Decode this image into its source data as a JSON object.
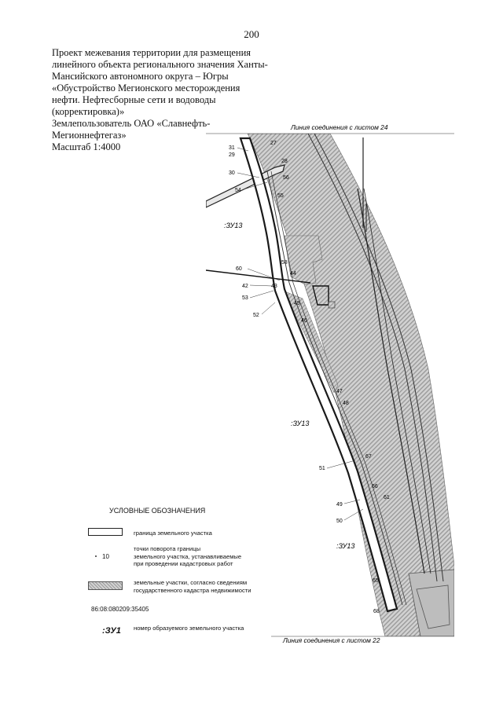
{
  "page_number": "200",
  "title_lines": [
    "Проект межевания территории для размещения",
    "линейного объекта регионального значения Ханты-",
    "Мансийского автономного округа – Югры",
    "«Обустройство Мегионского месторождения",
    "нефти. Нефтесборные сети и водоводы",
    "(корректировка)»",
    "Землепользователь ОАО «Славнефть-",
    "Мегионнефтегаз»",
    "Масштаб 1:4000"
  ],
  "map": {
    "link_top": "Линия соединения с листом 24",
    "link_bottom": "Линия соединения с листом 22",
    "parcel_labels": [
      ":ЗУ13",
      ":ЗУ13",
      ":ЗУ13"
    ],
    "point_labels": [
      "31",
      "29",
      "27",
      "28",
      "30",
      "56",
      "54",
      "55",
      "60",
      "58",
      "44",
      "42",
      "43",
      "53",
      "45",
      "52",
      "46",
      "47",
      "48",
      "67",
      "51",
      "66",
      "61",
      "49",
      "50",
      "65",
      "68"
    ]
  },
  "legend": {
    "title": "УСЛОВНЫЕ ОБОЗНАЧЕНИЯ",
    "border_label": "граница земельного участка",
    "points_label_lines": [
      "точки поворота границы",
      "земельного участка, устанавливаемые",
      "при проведении кадастровых работ"
    ],
    "point_example": "10",
    "cadastre_label_lines": [
      "земельные участки, согласно сведениям",
      "государственного кадастра недвижимости"
    ],
    "cadastral_number": "86:08:080209:35405",
    "zu_code": ":ЗУ1",
    "zu_label": "номер образуемого земельного участка"
  },
  "colors": {
    "hatch_dark": "#9a9a9a",
    "hatch_light": "#d2d2d2",
    "line": "#222222"
  }
}
